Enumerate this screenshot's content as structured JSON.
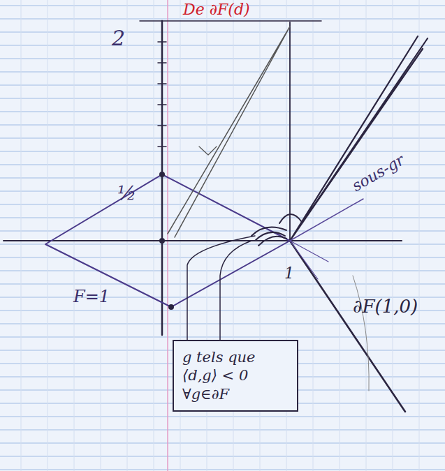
{
  "diagram": {
    "nodes": [
      {
        "text": [
          "g tels que ⟨d,g⟩ < 0 ∀g∈∂F"
        ]
      }
    ],
    "labels": [
      "De ∂F(d)",
      "2",
      "½",
      "F=1",
      "1",
      "sous-gr",
      "∂F(1,0)"
    ]
  }
}
